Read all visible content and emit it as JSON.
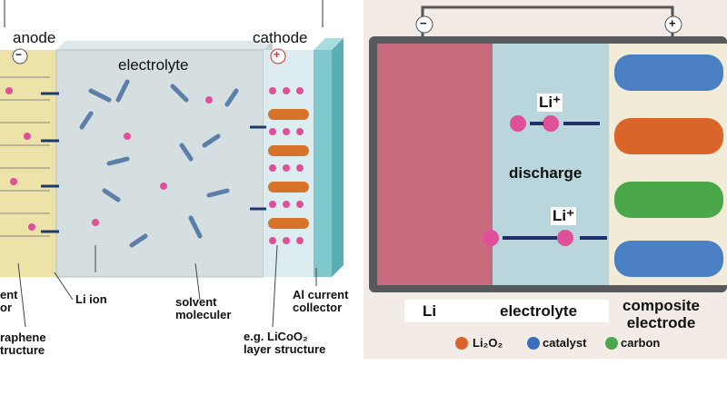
{
  "left": {
    "anode": "anode",
    "cathode": "cathode",
    "electrolyte": "electrolyte",
    "minus": "−",
    "plus": "+",
    "labels": {
      "current_collector": "ent\nor",
      "graphene": "raphene\ntructure",
      "li_ion": "Li ion",
      "solvent": "solvent\nmoleculer",
      "licoo2": "e.g. LiCoO₂\nlayer structure",
      "al_collector": "Al current\ncollector"
    }
  },
  "right": {
    "minus": "−",
    "plus": "+",
    "li_ion_top": "Li⁺",
    "li_ion_bottom": "Li⁺",
    "discharge": "discharge",
    "li": "Li",
    "electrolyte": "electrolyte",
    "composite": "composite\nelectrode",
    "legend": [
      {
        "label": "Li₂O₂",
        "color": "#d9652a"
      },
      {
        "label": "catalyst",
        "color": "#3a6fc0"
      },
      {
        "label": "carbon",
        "color": "#4aa84a"
      }
    ]
  }
}
